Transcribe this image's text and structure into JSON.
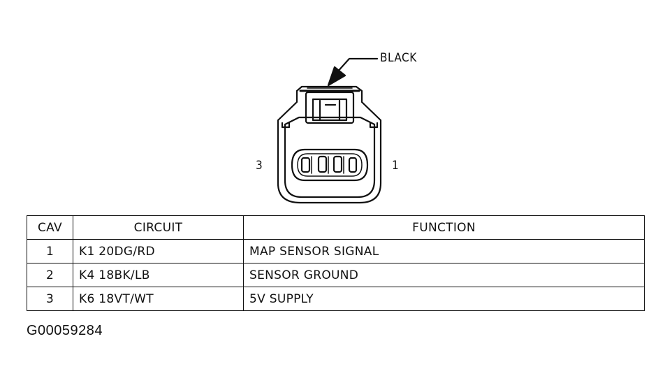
{
  "labels": {
    "connector_color": "BLACK",
    "pin_left": "3",
    "pin_right": "1"
  },
  "table": {
    "headers": {
      "cav": "CAV",
      "circuit": "CIRCUIT",
      "function": "FUNCTION"
    },
    "rows": [
      {
        "cav": "1",
        "circuit": "K1 20DG/RD",
        "function": "MAP SENSOR SIGNAL"
      },
      {
        "cav": "2",
        "circuit": "K4 18BK/LB",
        "function": "SENSOR GROUND"
      },
      {
        "cav": "3",
        "circuit": "K6 18VT/WT",
        "function": "5V SUPPLY"
      }
    ]
  },
  "figure_id": "G00059284"
}
